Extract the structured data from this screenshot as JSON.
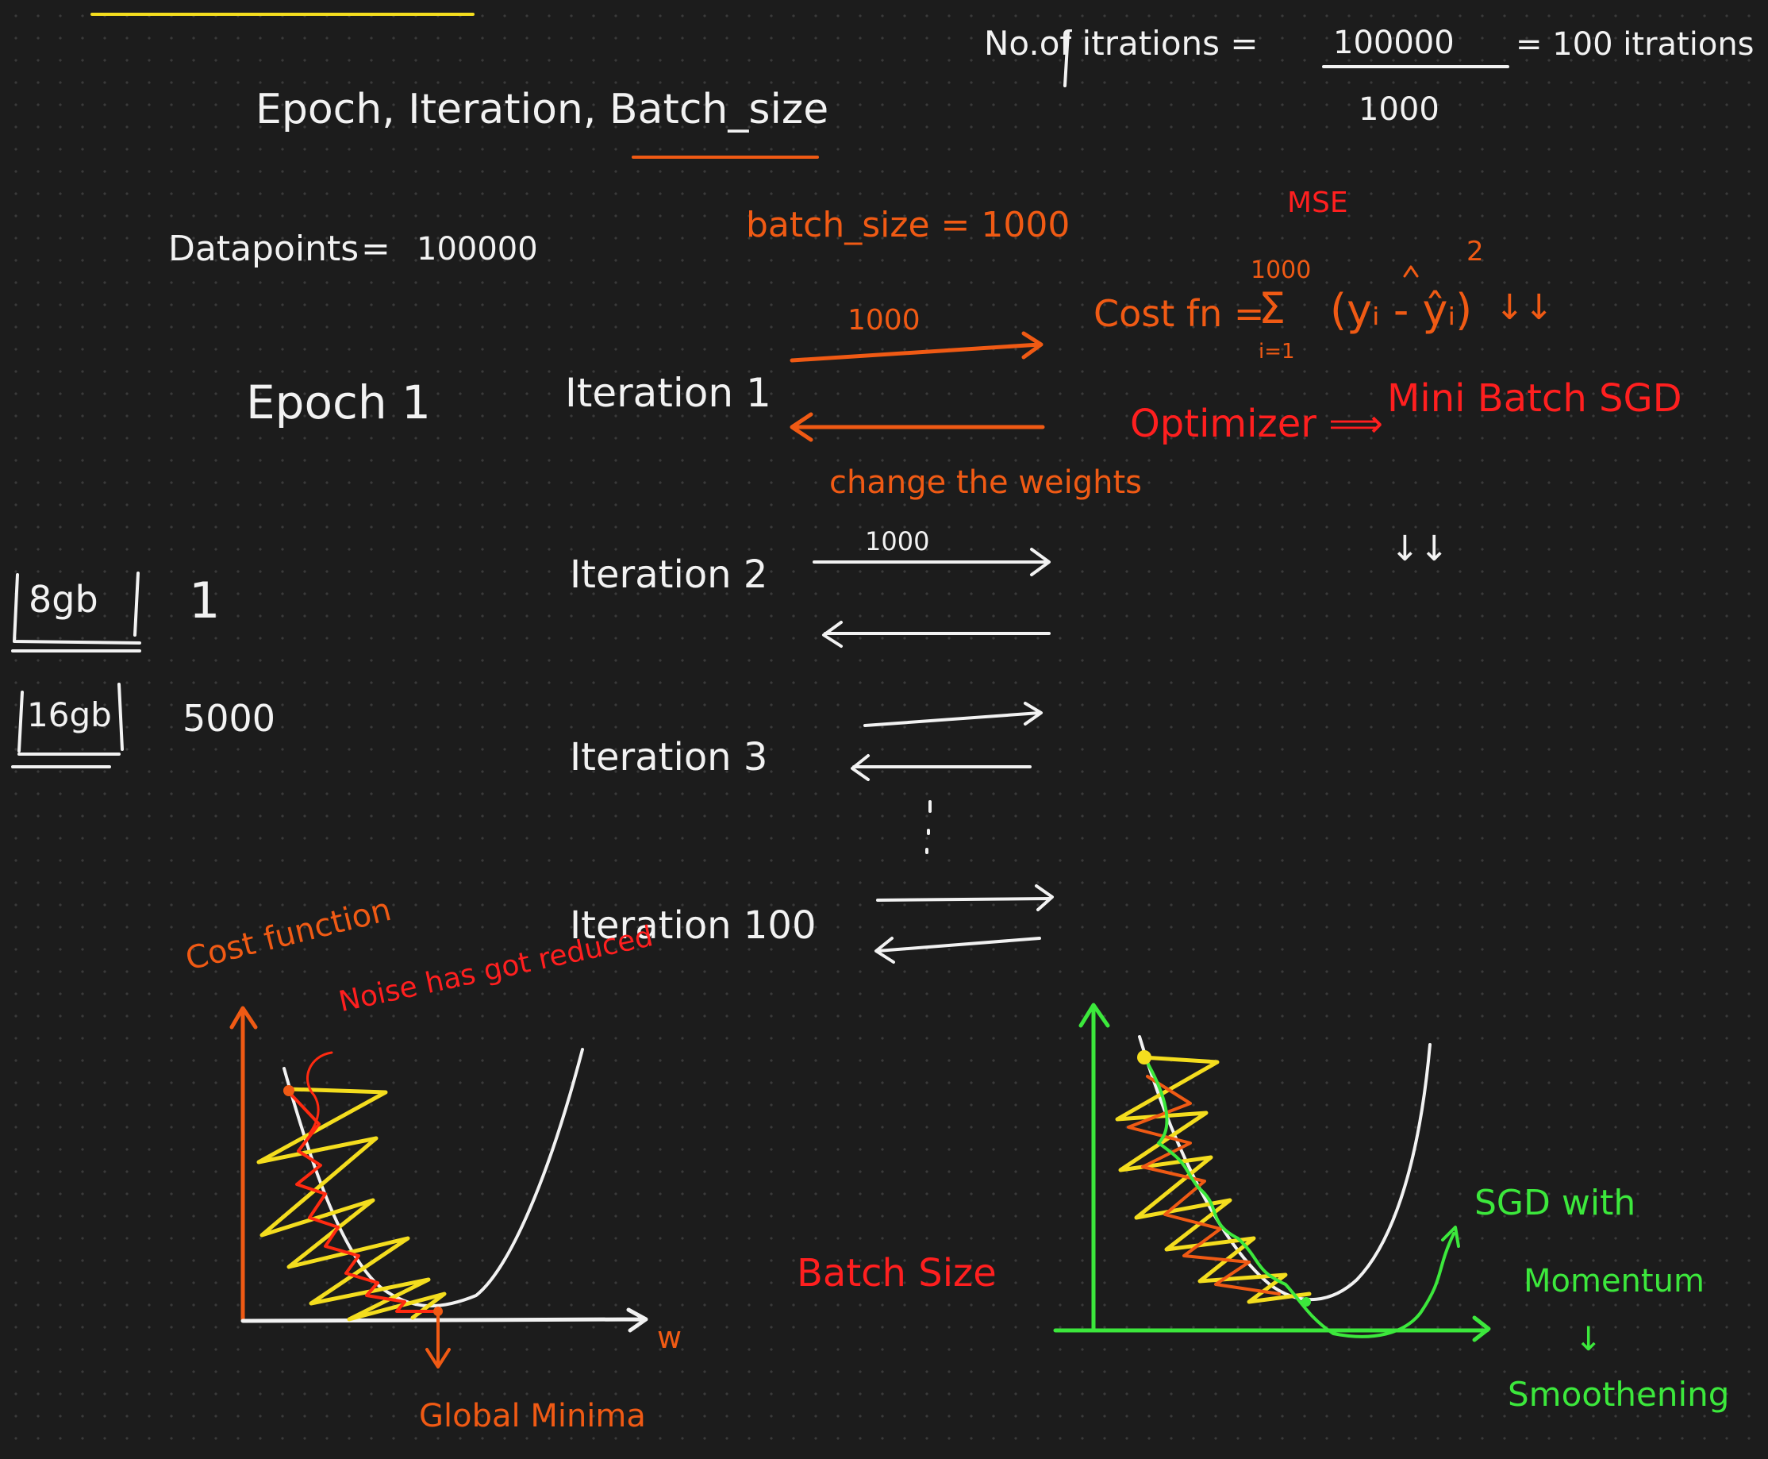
{
  "title": "Epoch, Iteration, Batch_size",
  "iterations_formula": {
    "label": "No.of itrations =",
    "numerator": "100000",
    "denominator": "1000",
    "result": "= 100 itrations"
  },
  "datapoints": {
    "label": "Datapoints",
    "equals": "=",
    "value": "100000"
  },
  "batch_size": "batch_size = 1000",
  "epoch": "Epoch 1",
  "iterations": [
    {
      "label": "Iteration 1",
      "forward_value": "1000"
    },
    {
      "label": "Iteration 2",
      "forward_value": "1000"
    },
    {
      "label": "Iteration 3",
      "forward_value": ""
    },
    {
      "label": "Iteration 100",
      "forward_value": ""
    }
  ],
  "change_weights": "change the weights",
  "memory": [
    {
      "label": "8gb",
      "value": "1"
    },
    {
      "label": "16gb",
      "value": "5000"
    }
  ],
  "cost_fn": {
    "mse": "MSE",
    "label": "Cost fn =",
    "upper": "1000",
    "lower": "i=1",
    "sigma": "Σ",
    "term": "(yᵢ - ŷᵢ)",
    "power": "2",
    "arrows": "↓↓"
  },
  "optimizer": {
    "label": "Optimizer ⟹",
    "value": "Mini Batch SGD",
    "below": "↓↓"
  },
  "left_plot": {
    "ylabel": "Cost function",
    "annotation": "Noise has got reduced",
    "xlabel": "w",
    "minima": "Global Minima"
  },
  "batch_size_note": "Batch Size",
  "right_plot": {
    "note1": "SGD with",
    "note2": "Momentum",
    "arrow": "↓",
    "note3": "Smoothening"
  },
  "colors": {
    "background": "#1c1c1c",
    "white_ink": "#f2f2f2",
    "orange_ink": "#f05a14",
    "red_ink": "#ff1f1f",
    "yellow_ink": "#f4dd1e",
    "green_ink": "#3ce83c"
  }
}
